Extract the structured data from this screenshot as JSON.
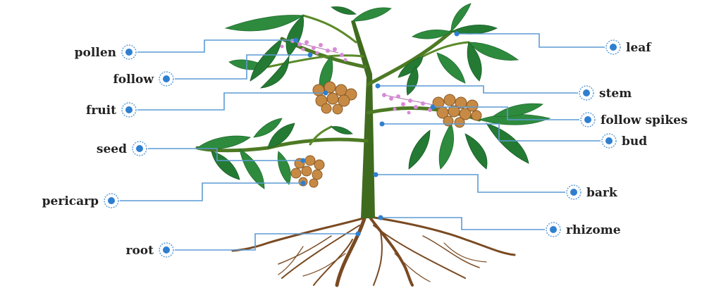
{
  "diagram": {
    "labels": {
      "pollen": "pollen",
      "follow": "follow",
      "fruit": "fruit",
      "seed": "seed",
      "pericarp": "pericarp",
      "root": "root",
      "leaf": "leaf",
      "stem": "stem",
      "follow_spikes": "follow spikes",
      "bud": "bud",
      "bark": "bark",
      "rhizome": "rhizome"
    },
    "colors": {
      "leader_line": "#5b9bd5",
      "marker": "#2f7fd0",
      "leaf": "#2e8b3e",
      "stem": "#3f6b1f",
      "root": "#7a4a22",
      "fruit": "#c78a45",
      "flower": "#d98ad6"
    }
  }
}
